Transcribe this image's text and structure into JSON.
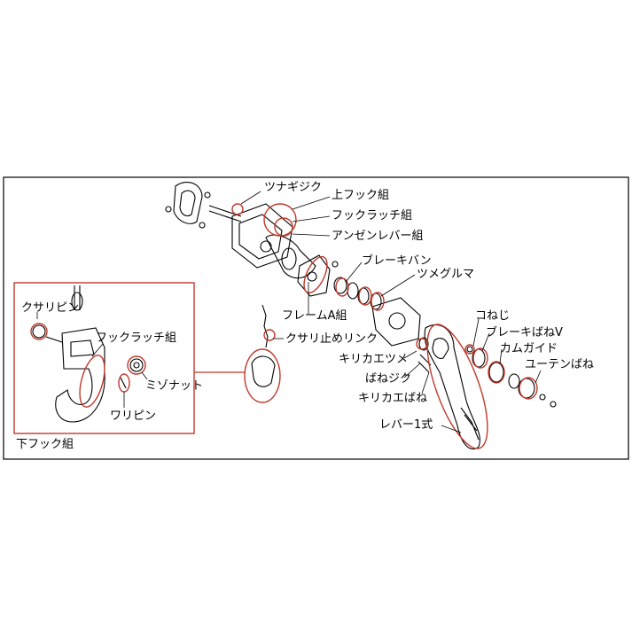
{
  "diagram": {
    "parts": {
      "tsunagi_jiku": "ツナギジク",
      "upper_hook": "上フック組",
      "hook_latch_top": "フックラッチ組",
      "anzen_lever": "アンゼンレバー組",
      "brake_ban": "ブレーキバン",
      "tsume_guruma": "ツメグルマ",
      "frame_a": "フレームA組",
      "kusari_stop_link": "クサリ止めリンク",
      "ko_neji": "コねじ",
      "brake_spring_v": "ブレーキばねV",
      "cam_guide": "カムガイド",
      "kirikae_tsume": "キリカエツメ",
      "spring_jiku": "ばねジク",
      "kirikae_spring": "キリカエばね",
      "lever_set": "レバー1式",
      "yuten_spring": "ユーテンばね"
    },
    "inset": {
      "title": "下フック組",
      "kusari_pin": "クサリピン",
      "hook_latch": "フックラッチ組",
      "mizo_nut": "ミゾナット",
      "wari_pin": "ワリピン"
    },
    "colors": {
      "accent": "#c0392b",
      "line": "#000000"
    }
  }
}
